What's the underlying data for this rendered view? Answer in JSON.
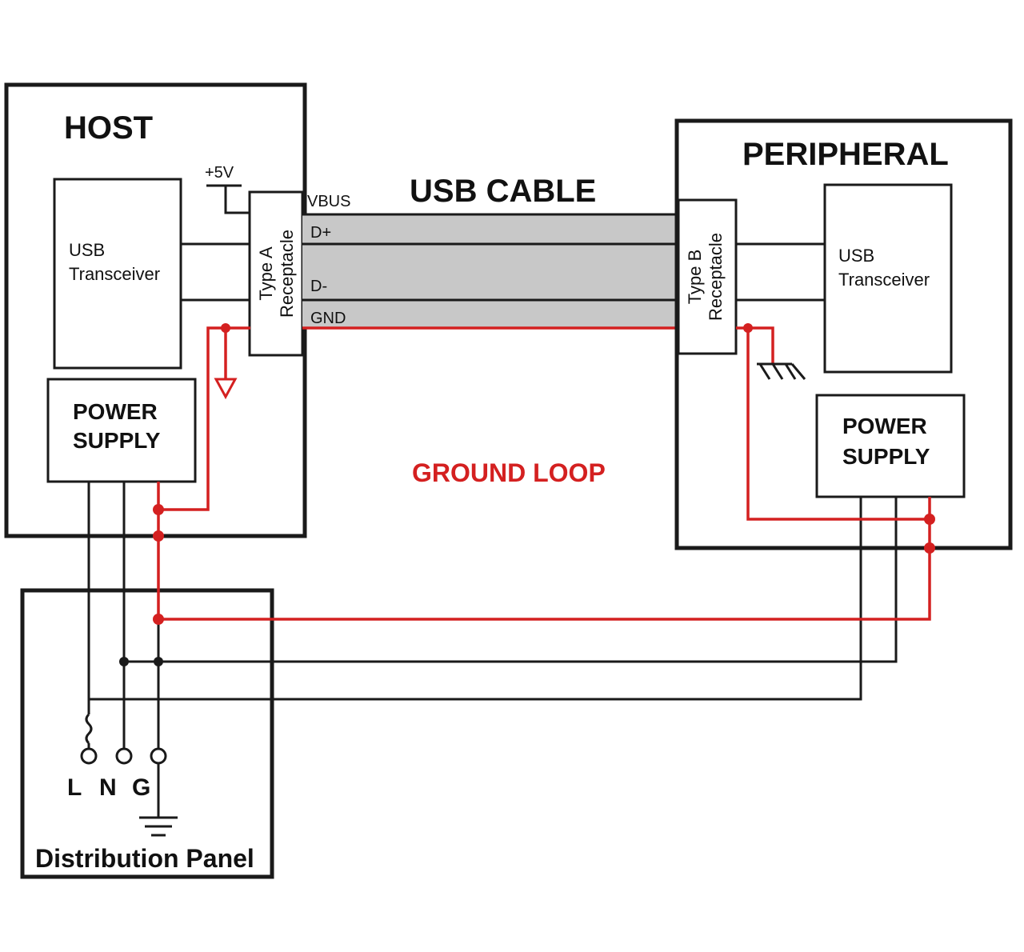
{
  "colors": {
    "line": "#1a1a1a",
    "ground_loop": "#d42020",
    "cable_fill": "#c8c8c8"
  },
  "host": {
    "title": "HOST",
    "transceiver": [
      "USB",
      "Transceiver"
    ],
    "power_supply": [
      "POWER",
      "SUPPLY"
    ],
    "supply_voltage": "+5V",
    "receptacle": [
      "Type A",
      "Receptacle"
    ]
  },
  "cable": {
    "title": "USB CABLE",
    "signals": [
      "VBUS",
      "D+",
      "D-",
      "GND"
    ]
  },
  "peripheral": {
    "title": "PERIPHERAL",
    "transceiver": [
      "USB",
      "Transceiver"
    ],
    "power_supply": [
      "POWER",
      "SUPPLY"
    ],
    "receptacle": [
      "Type B",
      "Receptacle"
    ]
  },
  "ground_loop_label": "GROUND LOOP",
  "panel": {
    "title": "Distribution Panel",
    "terminals": [
      "L",
      "N",
      "G"
    ]
  },
  "icons": [
    "ground-symbol-icon",
    "chassis-ground-icon",
    "earth-ground-icon",
    "fuse-icon"
  ]
}
